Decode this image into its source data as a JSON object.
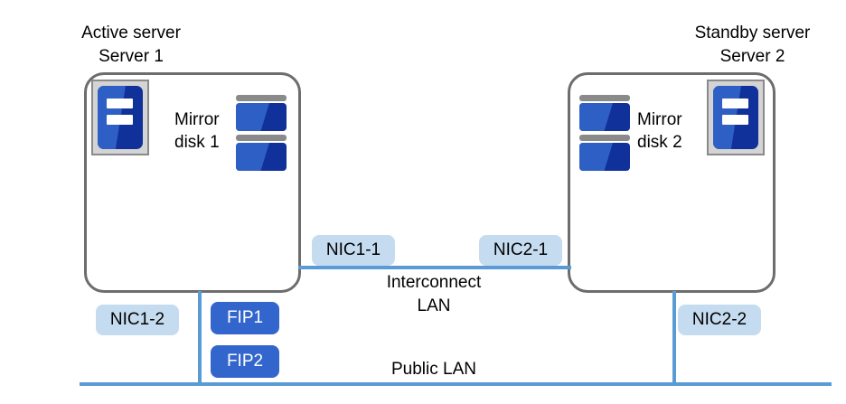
{
  "diagram": {
    "servers": [
      {
        "role_label": "Active server",
        "name_label": "Server 1",
        "icon": "server-icon",
        "disk": {
          "icon": "mirror-disk-icon",
          "label_line1": "Mirror",
          "label_line2": "disk 1"
        }
      },
      {
        "role_label": "Standby server",
        "name_label": "Server 2",
        "icon": "server-icon",
        "disk": {
          "icon": "mirror-disk-icon",
          "label_line1": "Mirror",
          "label_line2": "disk 2"
        }
      }
    ],
    "networks": {
      "interconnect": {
        "caption_line1": "Interconnect",
        "caption_line2": "LAN"
      },
      "public": {
        "caption": "Public LAN"
      }
    },
    "nics": {
      "nic1_1": "NIC1-1",
      "nic2_1": "NIC2-1",
      "nic1_2": "NIC1-2",
      "nic2_2": "NIC2-2"
    },
    "floating_ips": {
      "fip1": "FIP1",
      "fip2": "FIP2"
    },
    "colors": {
      "link_blue": "#5b9bd5",
      "nic_badge_bg": "#c5dcf0",
      "fip_badge_bg": "#3366cc",
      "icon_blue_light": "#2d5fc4",
      "icon_blue_dark": "#10309a",
      "enclosure_border": "#6d6d6d",
      "icon_frame_gray": "#d4d4d4"
    }
  }
}
